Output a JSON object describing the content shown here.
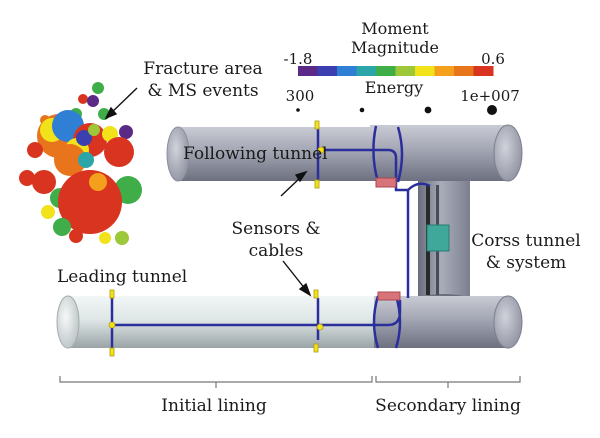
{
  "colorbar": {
    "title_line1": "Moment",
    "title_line2": "Magnitude",
    "min_label": "-1.8",
    "max_label": "0.6",
    "colors": [
      "#5b2a86",
      "#3b3fb0",
      "#2f7fd4",
      "#2aa6a8",
      "#3fae49",
      "#9cc83a",
      "#f2e21a",
      "#f5a01d",
      "#e8741c",
      "#d9341f"
    ]
  },
  "energy": {
    "title": "Energy",
    "min_label": "300",
    "max_label": "1e+007"
  },
  "labels": {
    "fracture_line1": "Fracture area",
    "fracture_line2": "& MS events",
    "following_tunnel": "Following tunnel",
    "sensors_line1": "Sensors &",
    "sensors_line2": "cables",
    "leading_tunnel": "Leading tunnel",
    "cross_line1": "Corss tunnel",
    "cross_line2": "& system",
    "initial_lining": "Initial lining",
    "secondary_lining": "Secondary lining"
  }
}
